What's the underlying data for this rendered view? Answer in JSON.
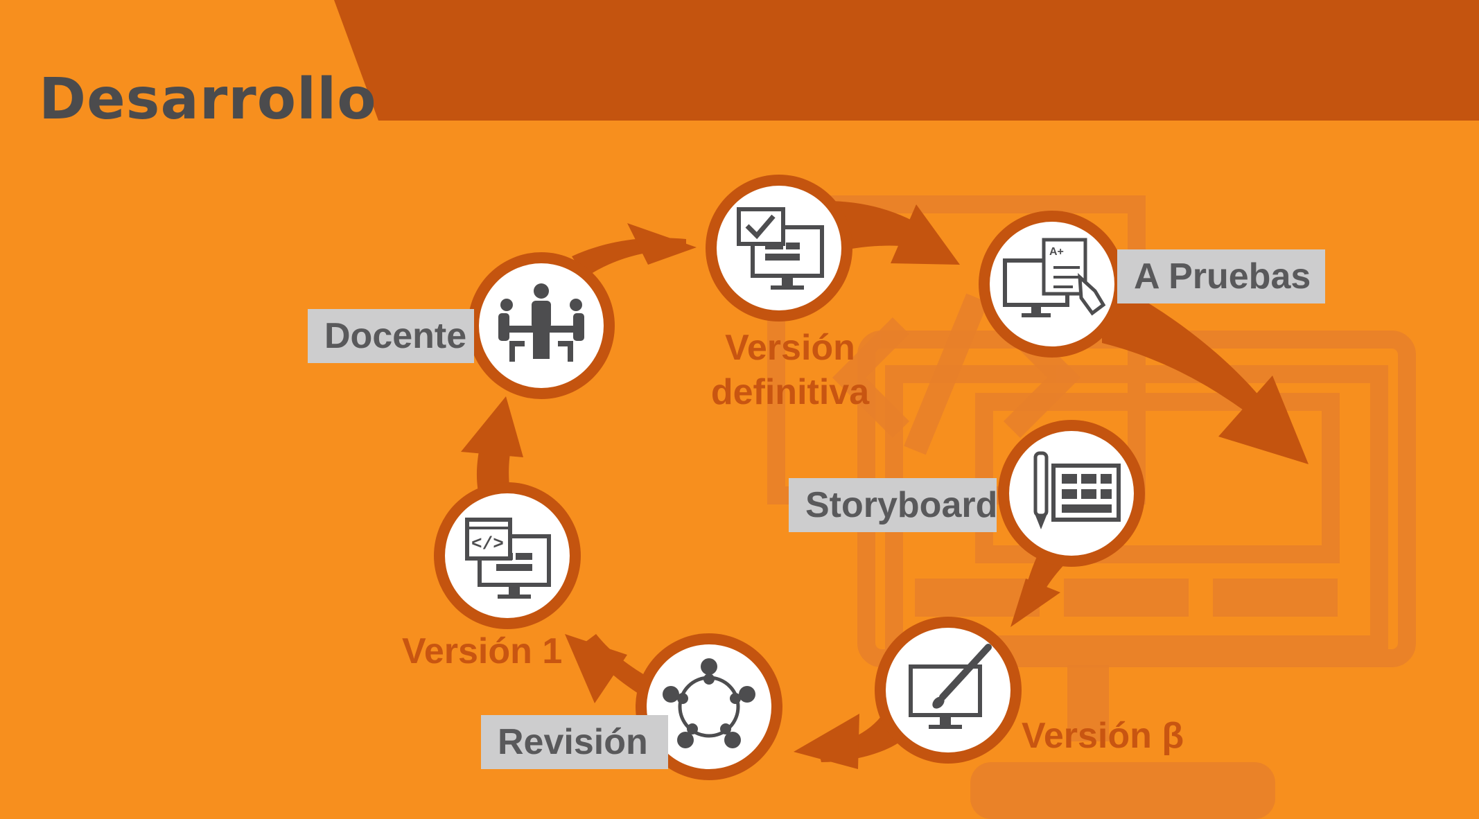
{
  "title": "Desarrollo",
  "colors": {
    "background": "#F78F1E",
    "banner": "#C4540F",
    "ring": "#C4540F",
    "label_box": "#CDCDCE",
    "label_text": "#59595B",
    "orange_text": "#C85511",
    "icon": "#4D4D4F"
  },
  "stages": [
    {
      "id": "docente",
      "label": "Docente",
      "icon": "meeting-icon"
    },
    {
      "id": "version-definitiva",
      "label_line1": "Versión",
      "label_line2": "definitiva",
      "icon": "monitor-check-icon"
    },
    {
      "id": "a-pruebas",
      "label": "A Pruebas",
      "icon": "test-checklist-icon"
    },
    {
      "id": "storyboard",
      "label": "Storyboard",
      "icon": "storyboard-icon"
    },
    {
      "id": "version-beta",
      "label": "Versión β",
      "icon": "monitor-brush-icon"
    },
    {
      "id": "revision",
      "label": "Revisión",
      "icon": "team-circle-icon"
    },
    {
      "id": "version-1",
      "label": "Versión 1",
      "icon": "monitor-code-icon"
    }
  ]
}
